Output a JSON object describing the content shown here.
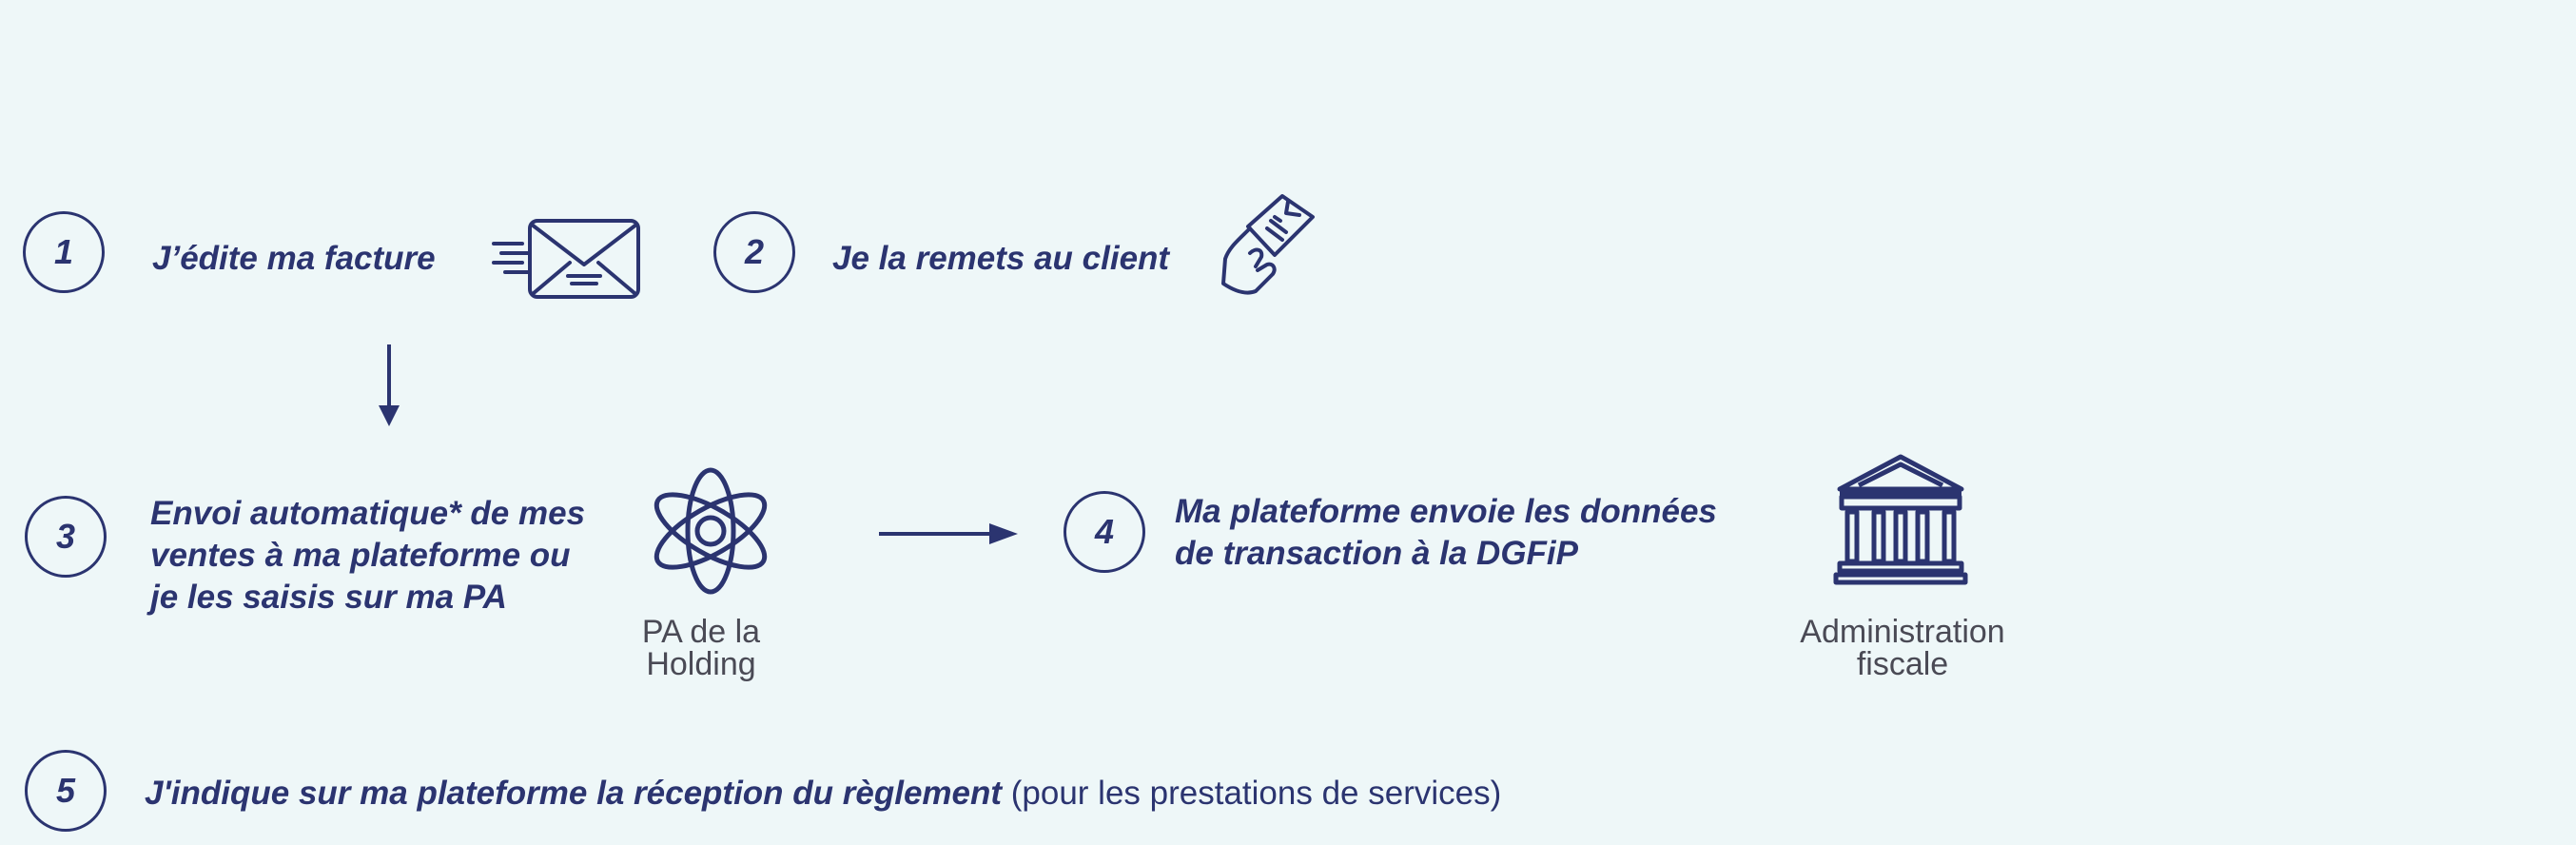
{
  "colors": {
    "background": "#eef7f8",
    "primary": "#2b3470",
    "caption": "#4a4a55"
  },
  "steps": [
    {
      "number": "1",
      "text": "J’édite ma facture",
      "icon": "envelope-icon"
    },
    {
      "number": "2",
      "text": "Je la remets au client",
      "icon": "hand-holding-document-icon"
    },
    {
      "number": "3",
      "lines": [
        "Envoi automatique* de mes",
        "ventes à ma plateforme ou",
        "je les saisis sur ma PA"
      ],
      "icon": "atom-icon",
      "caption_lines": [
        "PA de la",
        "Holding"
      ]
    },
    {
      "number": "4",
      "lines": [
        "Ma plateforme envoie les données",
        "de transaction  à la DGFiP"
      ],
      "icon": "government-building-icon",
      "caption_lines": [
        "Administration",
        "fiscale"
      ]
    },
    {
      "number": "5",
      "text_bold": "J'indique sur ma plateforme la réception du règlement",
      "text_normal": " (pour les prestations  de services)"
    }
  ]
}
